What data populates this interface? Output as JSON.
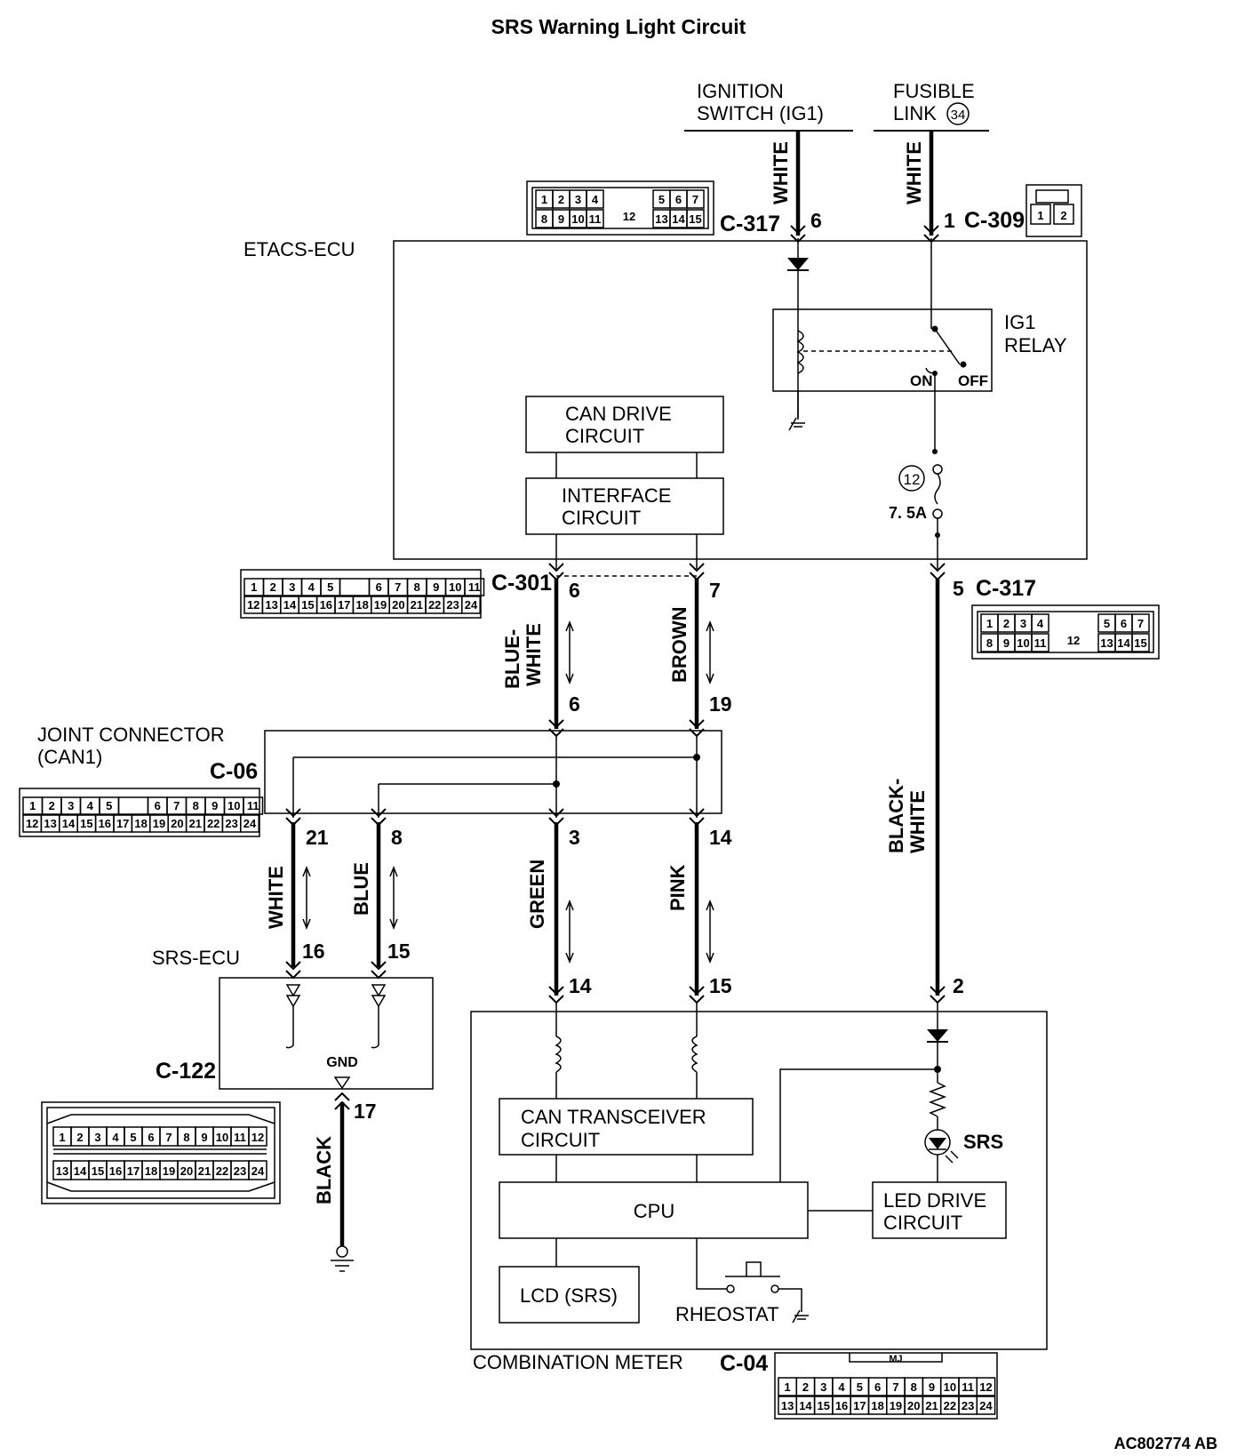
{
  "title": "SRS Warning Light Circuit",
  "figure_id": "AC802774 AB",
  "sources": {
    "ignition": [
      "IGNITION",
      "SWITCH (IG1)"
    ],
    "fusible": [
      "FUSIBLE",
      "LINK"
    ],
    "fusible_number": "34"
  },
  "components": {
    "etacs_ecu": "ETACS-ECU",
    "ig1_relay": [
      "IG1",
      "RELAY"
    ],
    "relay_on": "ON",
    "relay_off": "OFF",
    "can_drive": [
      "CAN DRIVE",
      "CIRCUIT"
    ],
    "interface": [
      "INTERFACE",
      "CIRCUIT"
    ],
    "fuse_number": "12",
    "fuse_rating": "7. 5A",
    "joint_connector": [
      "JOINT CONNECTOR",
      "(CAN1)"
    ],
    "srs_ecu": "SRS-ECU",
    "gnd": "GND",
    "combination_meter": "COMBINATION METER",
    "can_transceiver": [
      "CAN TRANSCEIVER",
      "CIRCUIT"
    ],
    "cpu": "CPU",
    "led_drive": [
      "LED DRIVE",
      "CIRCUIT"
    ],
    "lcd": "LCD (SRS)",
    "rheostat": "RHEOSTAT",
    "srs_lamp": "SRS"
  },
  "connectors": {
    "c317_top": "C-317",
    "c309": "C-309",
    "c301": "C-301",
    "c317_right": "C-317",
    "c06": "C-06",
    "c122": "C-122",
    "c04": "C-04"
  },
  "wire_colors": {
    "white_ig": "WHITE",
    "white_fl": "WHITE",
    "blue_white": [
      "BLUE-",
      "WHITE"
    ],
    "brown": "BROWN",
    "black_white": [
      "BLACK-",
      "WHITE"
    ],
    "white_srs": "WHITE",
    "blue_srs": "BLUE",
    "green": "GREEN",
    "pink": "PINK",
    "black": "BLACK"
  },
  "pins": {
    "ig_in": "6",
    "fl_in": "1",
    "can_h_etacs": "6",
    "can_l_etacs": "7",
    "etacs_out": "5",
    "jc_in_a": "6",
    "jc_in_b": "19",
    "jc_out_21": "21",
    "jc_out_8": "8",
    "jc_out_3": "3",
    "jc_out_14": "14",
    "srs_16": "16",
    "srs_15": "15",
    "srs_gnd": "17",
    "meter_14": "14",
    "meter_15": "15",
    "meter_2": "2"
  },
  "connector_faces": {
    "c317": {
      "top": [
        "1",
        "2",
        "3",
        "4",
        "5",
        "6",
        "7"
      ],
      "bottom": [
        "8",
        "9",
        "10",
        "11",
        "13",
        "14",
        "15"
      ],
      "center": "12"
    },
    "c309": [
      "1",
      "2"
    ],
    "c301": {
      "top": [
        "1",
        "2",
        "3",
        "4",
        "5",
        "6",
        "7",
        "8",
        "9",
        "10",
        "11"
      ],
      "bottom": [
        "12",
        "13",
        "14",
        "15",
        "16",
        "17",
        "18",
        "19",
        "20",
        "21",
        "22",
        "23",
        "24"
      ]
    },
    "c06": {
      "top": [
        "1",
        "2",
        "3",
        "4",
        "5",
        "6",
        "7",
        "8",
        "9",
        "10",
        "11"
      ],
      "bottom": [
        "12",
        "13",
        "14",
        "15",
        "16",
        "17",
        "18",
        "19",
        "20",
        "21",
        "22",
        "23",
        "24"
      ]
    },
    "c122": {
      "top": [
        "1",
        "2",
        "3",
        "4",
        "5",
        "6",
        "7",
        "8",
        "9",
        "10",
        "11",
        "12"
      ],
      "bottom": [
        "13",
        "14",
        "15",
        "16",
        "17",
        "18",
        "19",
        "20",
        "21",
        "22",
        "23",
        "24"
      ]
    },
    "c04": {
      "top": [
        "1",
        "2",
        "3",
        "4",
        "5",
        "6",
        "7",
        "8",
        "9",
        "10",
        "11",
        "12"
      ],
      "bottom": [
        "13",
        "14",
        "15",
        "16",
        "17",
        "18",
        "19",
        "20",
        "21",
        "22",
        "23",
        "24"
      ],
      "tab": "MJ"
    }
  }
}
